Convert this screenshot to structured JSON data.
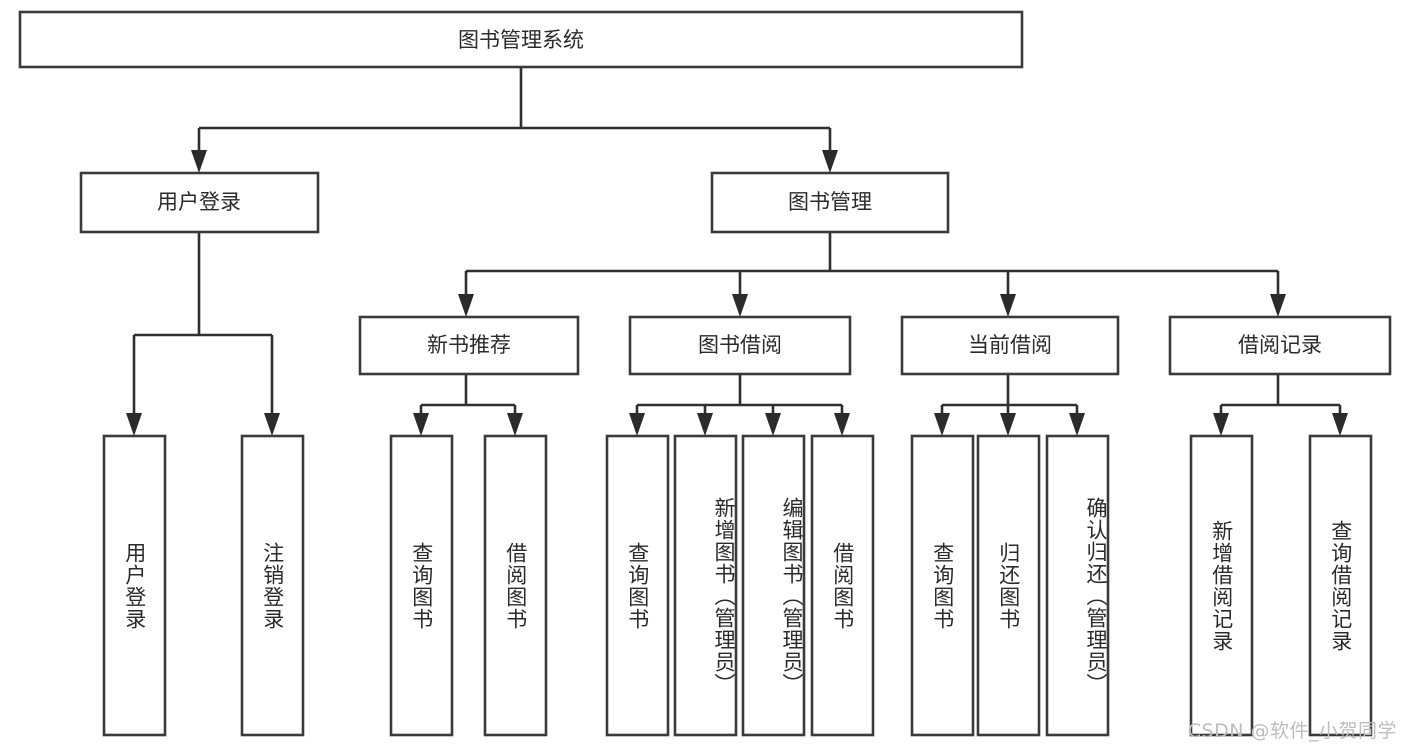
{
  "diagram": {
    "type": "tree-hierarchy",
    "title": "图书管理系统",
    "orientation": "top-down",
    "colors": {
      "background": "#ffffff",
      "box_border": "#3a3a3a",
      "box_fill": "#ffffff",
      "connector": "#2f2f2f",
      "text": "#2b2b2b",
      "watermark": "#bdbdbd"
    },
    "nodes": {
      "root": {
        "label": "图书管理系统",
        "level": 0,
        "text_direction": "horizontal"
      },
      "level1": [
        {
          "id": "user-login",
          "label": "用户登录",
          "text_direction": "horizontal"
        },
        {
          "id": "book-manage",
          "label": "图书管理",
          "text_direction": "horizontal"
        }
      ],
      "level2": [
        {
          "id": "new-book-recommend",
          "label": "新书推荐",
          "text_direction": "horizontal"
        },
        {
          "id": "book-borrow",
          "label": "图书借阅",
          "text_direction": "horizontal"
        },
        {
          "id": "current-borrow",
          "label": "当前借阅",
          "text_direction": "horizontal"
        },
        {
          "id": "borrow-record",
          "label": "借阅记录",
          "text_direction": "horizontal"
        }
      ],
      "leaves": {
        "user-login": [
          {
            "id": "leaf-user-login",
            "label": "用户登录",
            "text_direction": "vertical"
          },
          {
            "id": "leaf-user-logout",
            "label": "注销登录",
            "text_direction": "vertical"
          }
        ],
        "new-book-recommend": [
          {
            "id": "leaf-query-book-1",
            "label": "查询图书",
            "text_direction": "vertical"
          },
          {
            "id": "leaf-borrow-book-1",
            "label": "借阅图书",
            "text_direction": "vertical"
          }
        ],
        "book-borrow": [
          {
            "id": "leaf-query-book-2",
            "label": "查询图书",
            "text_direction": "vertical"
          },
          {
            "id": "leaf-add-book",
            "label": "新增图书（管理员）",
            "text_direction": "vertical"
          },
          {
            "id": "leaf-edit-book",
            "label": "编辑图书（管理员）",
            "text_direction": "vertical"
          },
          {
            "id": "leaf-borrow-book-2",
            "label": "借阅图书",
            "text_direction": "vertical"
          }
        ],
        "current-borrow": [
          {
            "id": "leaf-query-book-3",
            "label": "查询图书",
            "text_direction": "vertical"
          },
          {
            "id": "leaf-return-book",
            "label": "归还图书",
            "text_direction": "vertical"
          },
          {
            "id": "leaf-confirm-return",
            "label": "确认归还（管理员）",
            "text_direction": "vertical"
          }
        ],
        "borrow-record": [
          {
            "id": "leaf-add-record",
            "label": "新增借阅记录",
            "text_direction": "vertical"
          },
          {
            "id": "leaf-query-record",
            "label": "查询借阅记录",
            "text_direction": "vertical"
          }
        ]
      }
    },
    "edges": [
      {
        "from": "图书管理系统",
        "to": "用户登录"
      },
      {
        "from": "图书管理系统",
        "to": "图书管理"
      },
      {
        "from": "用户登录",
        "to": "用户登录"
      },
      {
        "from": "用户登录",
        "to": "注销登录"
      },
      {
        "from": "图书管理",
        "to": "新书推荐"
      },
      {
        "from": "图书管理",
        "to": "图书借阅"
      },
      {
        "from": "图书管理",
        "to": "当前借阅"
      },
      {
        "from": "图书管理",
        "to": "借阅记录"
      },
      {
        "from": "新书推荐",
        "to": "查询图书"
      },
      {
        "from": "新书推荐",
        "to": "借阅图书"
      },
      {
        "from": "图书借阅",
        "to": "查询图书"
      },
      {
        "from": "图书借阅",
        "to": "新增图书（管理员）"
      },
      {
        "from": "图书借阅",
        "to": "编辑图书（管理员）"
      },
      {
        "from": "图书借阅",
        "to": "借阅图书"
      },
      {
        "from": "当前借阅",
        "to": "查询图书"
      },
      {
        "from": "当前借阅",
        "to": "归还图书"
      },
      {
        "from": "当前借阅",
        "to": "确认归还（管理员）"
      },
      {
        "from": "借阅记录",
        "to": "新增借阅记录"
      },
      {
        "from": "借阅记录",
        "to": "查询借阅记录"
      }
    ]
  },
  "watermark": {
    "text": "CSDN @软件_小贺同学"
  }
}
